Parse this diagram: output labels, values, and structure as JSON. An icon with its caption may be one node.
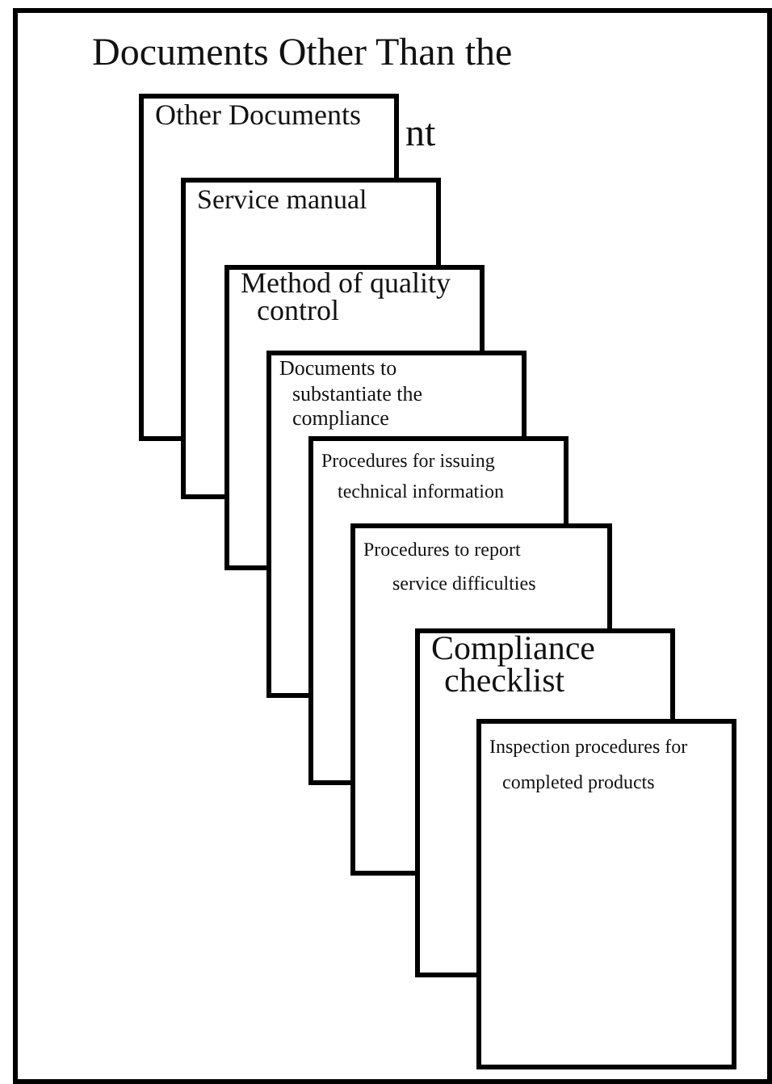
{
  "diagram": {
    "nodes": [
      {
        "text": [
          "Documents Other Than the",
          "nt"
        ]
      },
      {
        "text": [
          "Other Documents"
        ],
        "in": 0
      },
      {
        "text": [
          "Service manual"
        ],
        "in": 0
      },
      {
        "text": [
          "Method of quality control"
        ],
        "in": 0
      },
      {
        "text": [
          "Documents to substantiate the compliance"
        ],
        "in": 0
      },
      {
        "text": [
          "Procedures for issuing technical information"
        ],
        "in": 0
      },
      {
        "text": [
          "Procedures to report service difficulties"
        ],
        "in": 0
      },
      {
        "text": [
          "Compliance checklist"
        ],
        "in": 0
      },
      {
        "text": [
          "Inspection procedures for completed products"
        ],
        "in": 0
      }
    ],
    "edges": []
  }
}
